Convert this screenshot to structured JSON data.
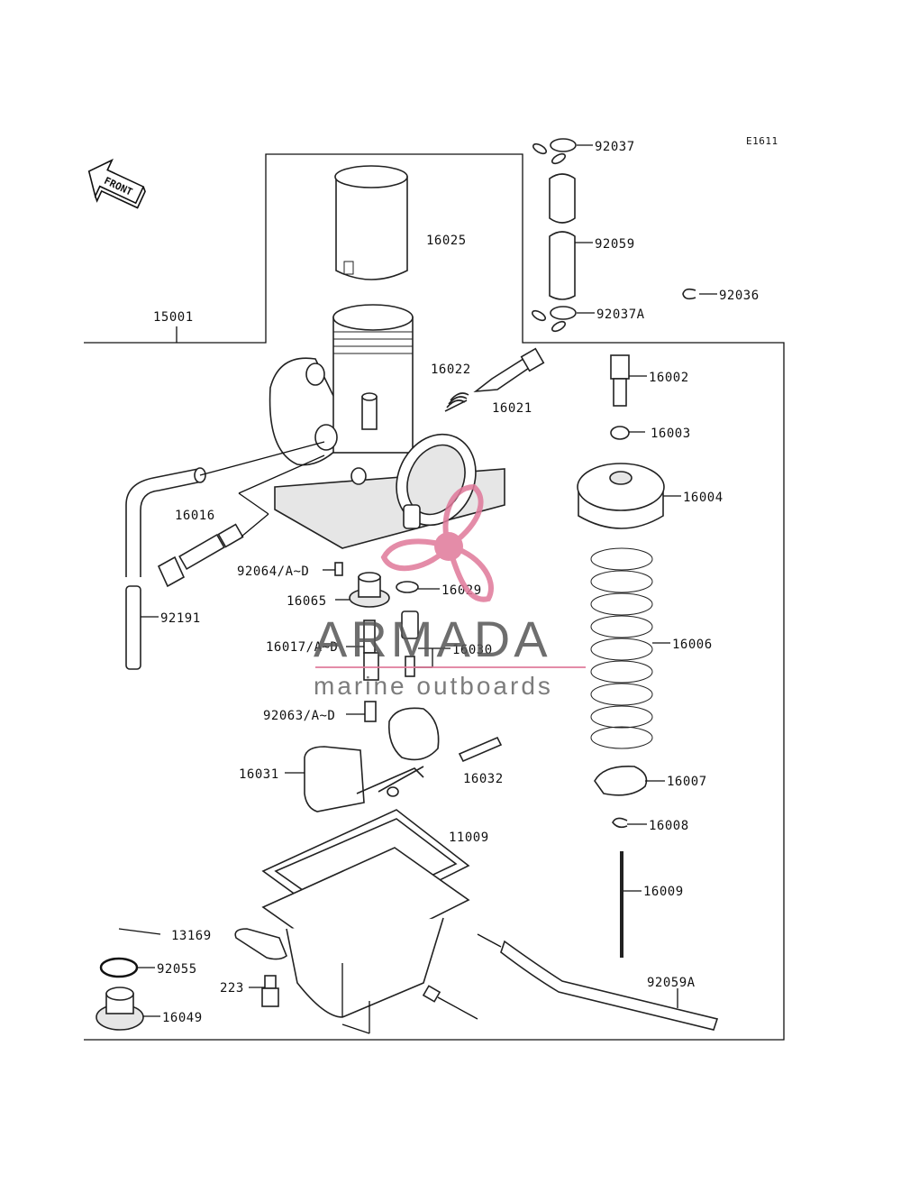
{
  "diagram": {
    "code": "E1611",
    "front_label": "FRONT",
    "parts": [
      {
        "id": "p92037",
        "label": "92037"
      },
      {
        "id": "p16025",
        "label": "16025"
      },
      {
        "id": "p92059",
        "label": "92059"
      },
      {
        "id": "p92036",
        "label": "92036"
      },
      {
        "id": "p15001",
        "label": "15001"
      },
      {
        "id": "p92037A",
        "label": "92037A"
      },
      {
        "id": "p16022",
        "label": "16022"
      },
      {
        "id": "p16002",
        "label": "16002"
      },
      {
        "id": "p16021",
        "label": "16021"
      },
      {
        "id": "p16003",
        "label": "16003"
      },
      {
        "id": "p16004",
        "label": "16004"
      },
      {
        "id": "p16016",
        "label": "16016"
      },
      {
        "id": "p92064",
        "label": "92064/A~D"
      },
      {
        "id": "p16029",
        "label": "16029"
      },
      {
        "id": "p16065",
        "label": "16065"
      },
      {
        "id": "p92191",
        "label": "92191"
      },
      {
        "id": "p16006",
        "label": "16006"
      },
      {
        "id": "p16017",
        "label": "16017/A~D"
      },
      {
        "id": "p16030",
        "label": "16030"
      },
      {
        "id": "p92063",
        "label": "92063/A~D"
      },
      {
        "id": "p16031",
        "label": "16031"
      },
      {
        "id": "p16032",
        "label": "16032"
      },
      {
        "id": "p16007",
        "label": "16007"
      },
      {
        "id": "p16008",
        "label": "16008"
      },
      {
        "id": "p11009",
        "label": "11009"
      },
      {
        "id": "p16009",
        "label": "16009"
      },
      {
        "id": "p13169",
        "label": "13169"
      },
      {
        "id": "p92055",
        "label": "92055"
      },
      {
        "id": "p92059A",
        "label": "92059A"
      },
      {
        "id": "p223",
        "label": "223"
      },
      {
        "id": "p16049",
        "label": "16049"
      }
    ]
  },
  "watermark": {
    "brand": "ARMADA",
    "tagline": "marine outboards",
    "accent_color": "#e0789a",
    "logo_icon": "propeller-icon"
  }
}
